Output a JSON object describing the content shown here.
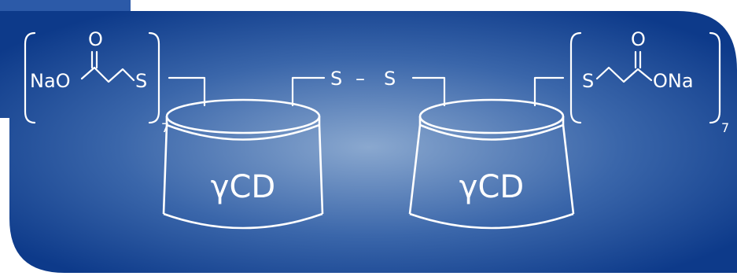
{
  "diagram": {
    "left_group": {
      "counterion": "NaO",
      "carbonyl_oxygen": "O",
      "sulfur": "S",
      "multiplier": "7"
    },
    "right_group": {
      "counterion": "ONa",
      "carbonyl_oxygen": "O",
      "sulfur": "S",
      "multiplier": "7"
    },
    "bridge": {
      "atom_left": "S",
      "bond": "–",
      "atom_right": "S"
    },
    "left_cyclodextrin": {
      "label": "γCD"
    },
    "right_cyclodextrin": {
      "label": "γCD"
    },
    "colors": {
      "background_dark": "#0d3a8a",
      "background_light": "#8aa8cf",
      "frame_top": "#2c5aa8",
      "stroke": "#ffffff"
    }
  }
}
